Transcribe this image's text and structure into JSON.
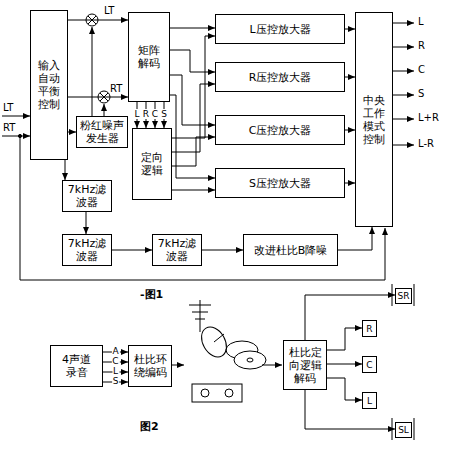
{
  "diagram": {
    "nodes": [
      {
        "text": [
          "输入自动平衡控制"
        ]
      },
      {
        "text": [
          "矩阵解码"
        ]
      },
      {
        "text": [
          "粉红噪声发生器"
        ]
      },
      {
        "text": [
          "定向逻辑"
        ]
      },
      {
        "text": [
          "L压控放大器"
        ]
      },
      {
        "text": [
          "R压控放大器"
        ]
      },
      {
        "text": [
          "C压控放大器"
        ]
      },
      {
        "text": [
          "S压控放大器"
        ]
      },
      {
        "text": [
          "中央工作模式控制"
        ]
      },
      {
        "text": [
          "7kHz滤波器"
        ]
      },
      {
        "text": [
          "7kHz滤波器"
        ]
      },
      {
        "text": [
          "7kHz滤波器"
        ]
      },
      {
        "text": [
          "改进杜比B降噪"
        ]
      },
      {
        "text": [
          "4声道录音"
        ]
      },
      {
        "text": [
          "杜比环绕编码"
        ]
      },
      {
        "text": [
          "杜比定向逻辑解码"
        ]
      },
      {
        "text": [
          "R"
        ]
      },
      {
        "text": [
          "C"
        ]
      },
      {
        "text": [
          "L"
        ]
      },
      {
        "text": [
          "SR"
        ]
      },
      {
        "text": [
          "SL"
        ]
      }
    ],
    "edges": [
      {
        "from": 0,
        "to": 1,
        "arrow": "to"
      },
      {
        "from": 0,
        "to": 1,
        "arrow": "to"
      },
      {
        "from": 0,
        "to": 2,
        "arrow": "to"
      },
      {
        "from": 1,
        "to": 3,
        "label": "L",
        "arrow": "to"
      },
      {
        "from": 1,
        "to": 3,
        "label": "R",
        "arrow": "to"
      },
      {
        "from": 1,
        "to": 3,
        "label": "C",
        "arrow": "to"
      },
      {
        "from": 1,
        "to": 3,
        "label": "S",
        "arrow": "to"
      },
      {
        "from": 1,
        "to": 4,
        "arrow": "to"
      },
      {
        "from": 1,
        "to": 5,
        "arrow": "to"
      },
      {
        "from": 1,
        "to": 6,
        "arrow": "to"
      },
      {
        "from": 1,
        "to": 7,
        "arrow": "to"
      },
      {
        "from": 3,
        "to": 4,
        "arrow": "to"
      },
      {
        "from": 3,
        "to": 5,
        "arrow": "to"
      },
      {
        "from": 3,
        "to": 6,
        "arrow": "to"
      },
      {
        "from": 3,
        "to": 7,
        "arrow": "to"
      },
      {
        "from": 4,
        "to": 8,
        "arrow": "to"
      },
      {
        "from": 5,
        "to": 8,
        "arrow": "to"
      },
      {
        "from": 6,
        "to": 8,
        "arrow": "to"
      },
      {
        "from": 7,
        "to": 8,
        "arrow": "to"
      },
      {
        "from": 0,
        "to": 9,
        "arrow": "to"
      },
      {
        "from": 9,
        "to": 10,
        "arrow": "to"
      },
      {
        "from": 10,
        "to": 11,
        "arrow": "to"
      },
      {
        "from": 11,
        "to": 12,
        "arrow": "to"
      },
      {
        "from": 12,
        "to": 8,
        "arrow": "to"
      },
      {
        "from": 13,
        "to": 14,
        "label": "A",
        "arrow": "to"
      },
      {
        "from": 13,
        "to": 14,
        "label": "C",
        "arrow": "to"
      },
      {
        "from": 13,
        "to": 14,
        "label": "L",
        "arrow": "to"
      },
      {
        "from": 13,
        "to": 14,
        "label": "S",
        "arrow": "to"
      },
      {
        "from": 15,
        "to": 16,
        "arrow": "to"
      },
      {
        "from": 15,
        "to": 17,
        "arrow": "to"
      },
      {
        "from": 15,
        "to": 18,
        "arrow": "to"
      },
      {
        "from": 15,
        "to": 19,
        "arrow": "to"
      },
      {
        "from": 15,
        "to": 20,
        "arrow": "to"
      }
    ],
    "labels": [
      "LT",
      "RT",
      "LT",
      "RT",
      "L",
      "R",
      "C",
      "S",
      "L+R",
      "L-R",
      "-图1",
      "图2"
    ]
  }
}
